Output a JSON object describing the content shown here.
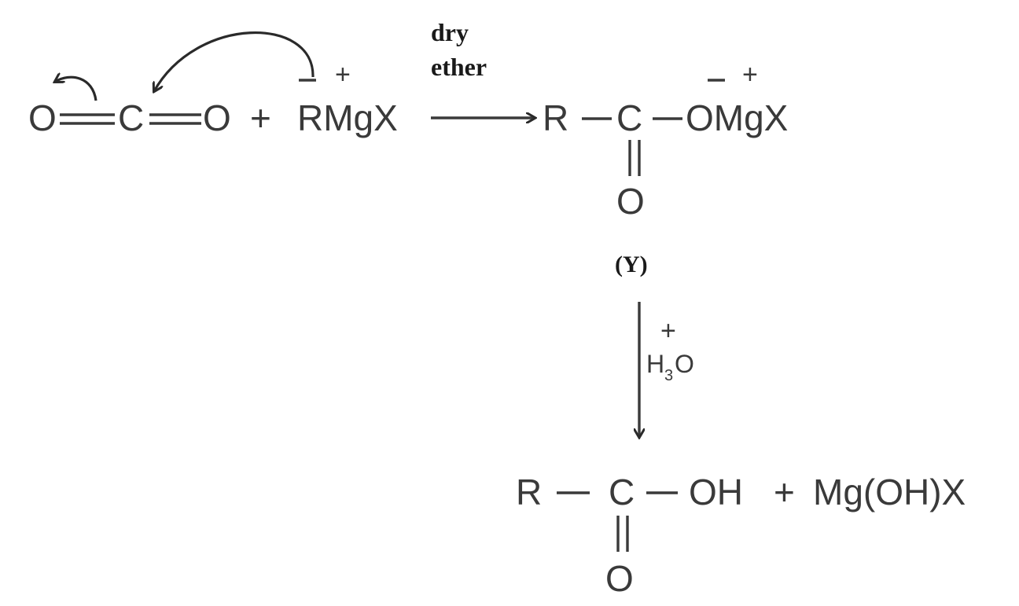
{
  "reactant": {
    "o1": "O",
    "c": "C",
    "o2": "O",
    "plus": "+",
    "grignard": "RMgX",
    "neg_charge": "−",
    "pos_charge": "+"
  },
  "conditions": {
    "line1": "dry",
    "line2": "ether"
  },
  "intermediate": {
    "r": "R",
    "c": "C",
    "o_double": "O",
    "omgx": "OMgX",
    "neg_charge": "−",
    "pos_charge": "+",
    "label": "(Y)"
  },
  "hydrolysis": {
    "plus": "+",
    "reagent": "H",
    "sub": "3",
    "reagent_tail": "O"
  },
  "product": {
    "r": "R",
    "c": "C",
    "o_double": "O",
    "oh": "OH",
    "plus": "+",
    "byproduct": "Mg(OH)X"
  }
}
